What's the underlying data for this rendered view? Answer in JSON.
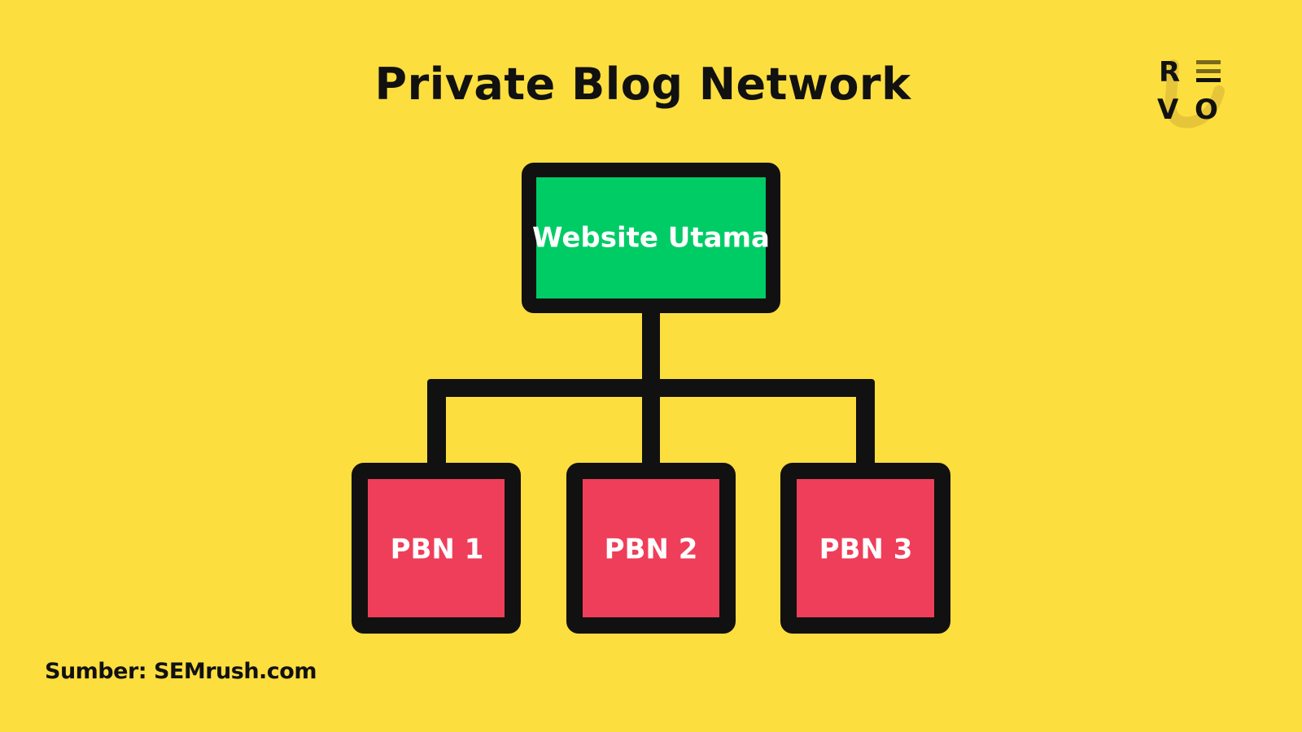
{
  "title": "Private Blog Network",
  "source": "Sumber: SEMrush.com",
  "logo": {
    "letters": "REVO"
  },
  "nodes": {
    "main": "Website Utama",
    "children": [
      "PBN 1",
      "PBN 2",
      "PBN 3"
    ]
  },
  "colors": {
    "background": "#FDDE3F",
    "main_fill": "#00CC66",
    "child_fill": "#EF3E5A",
    "stroke": "#111111"
  }
}
